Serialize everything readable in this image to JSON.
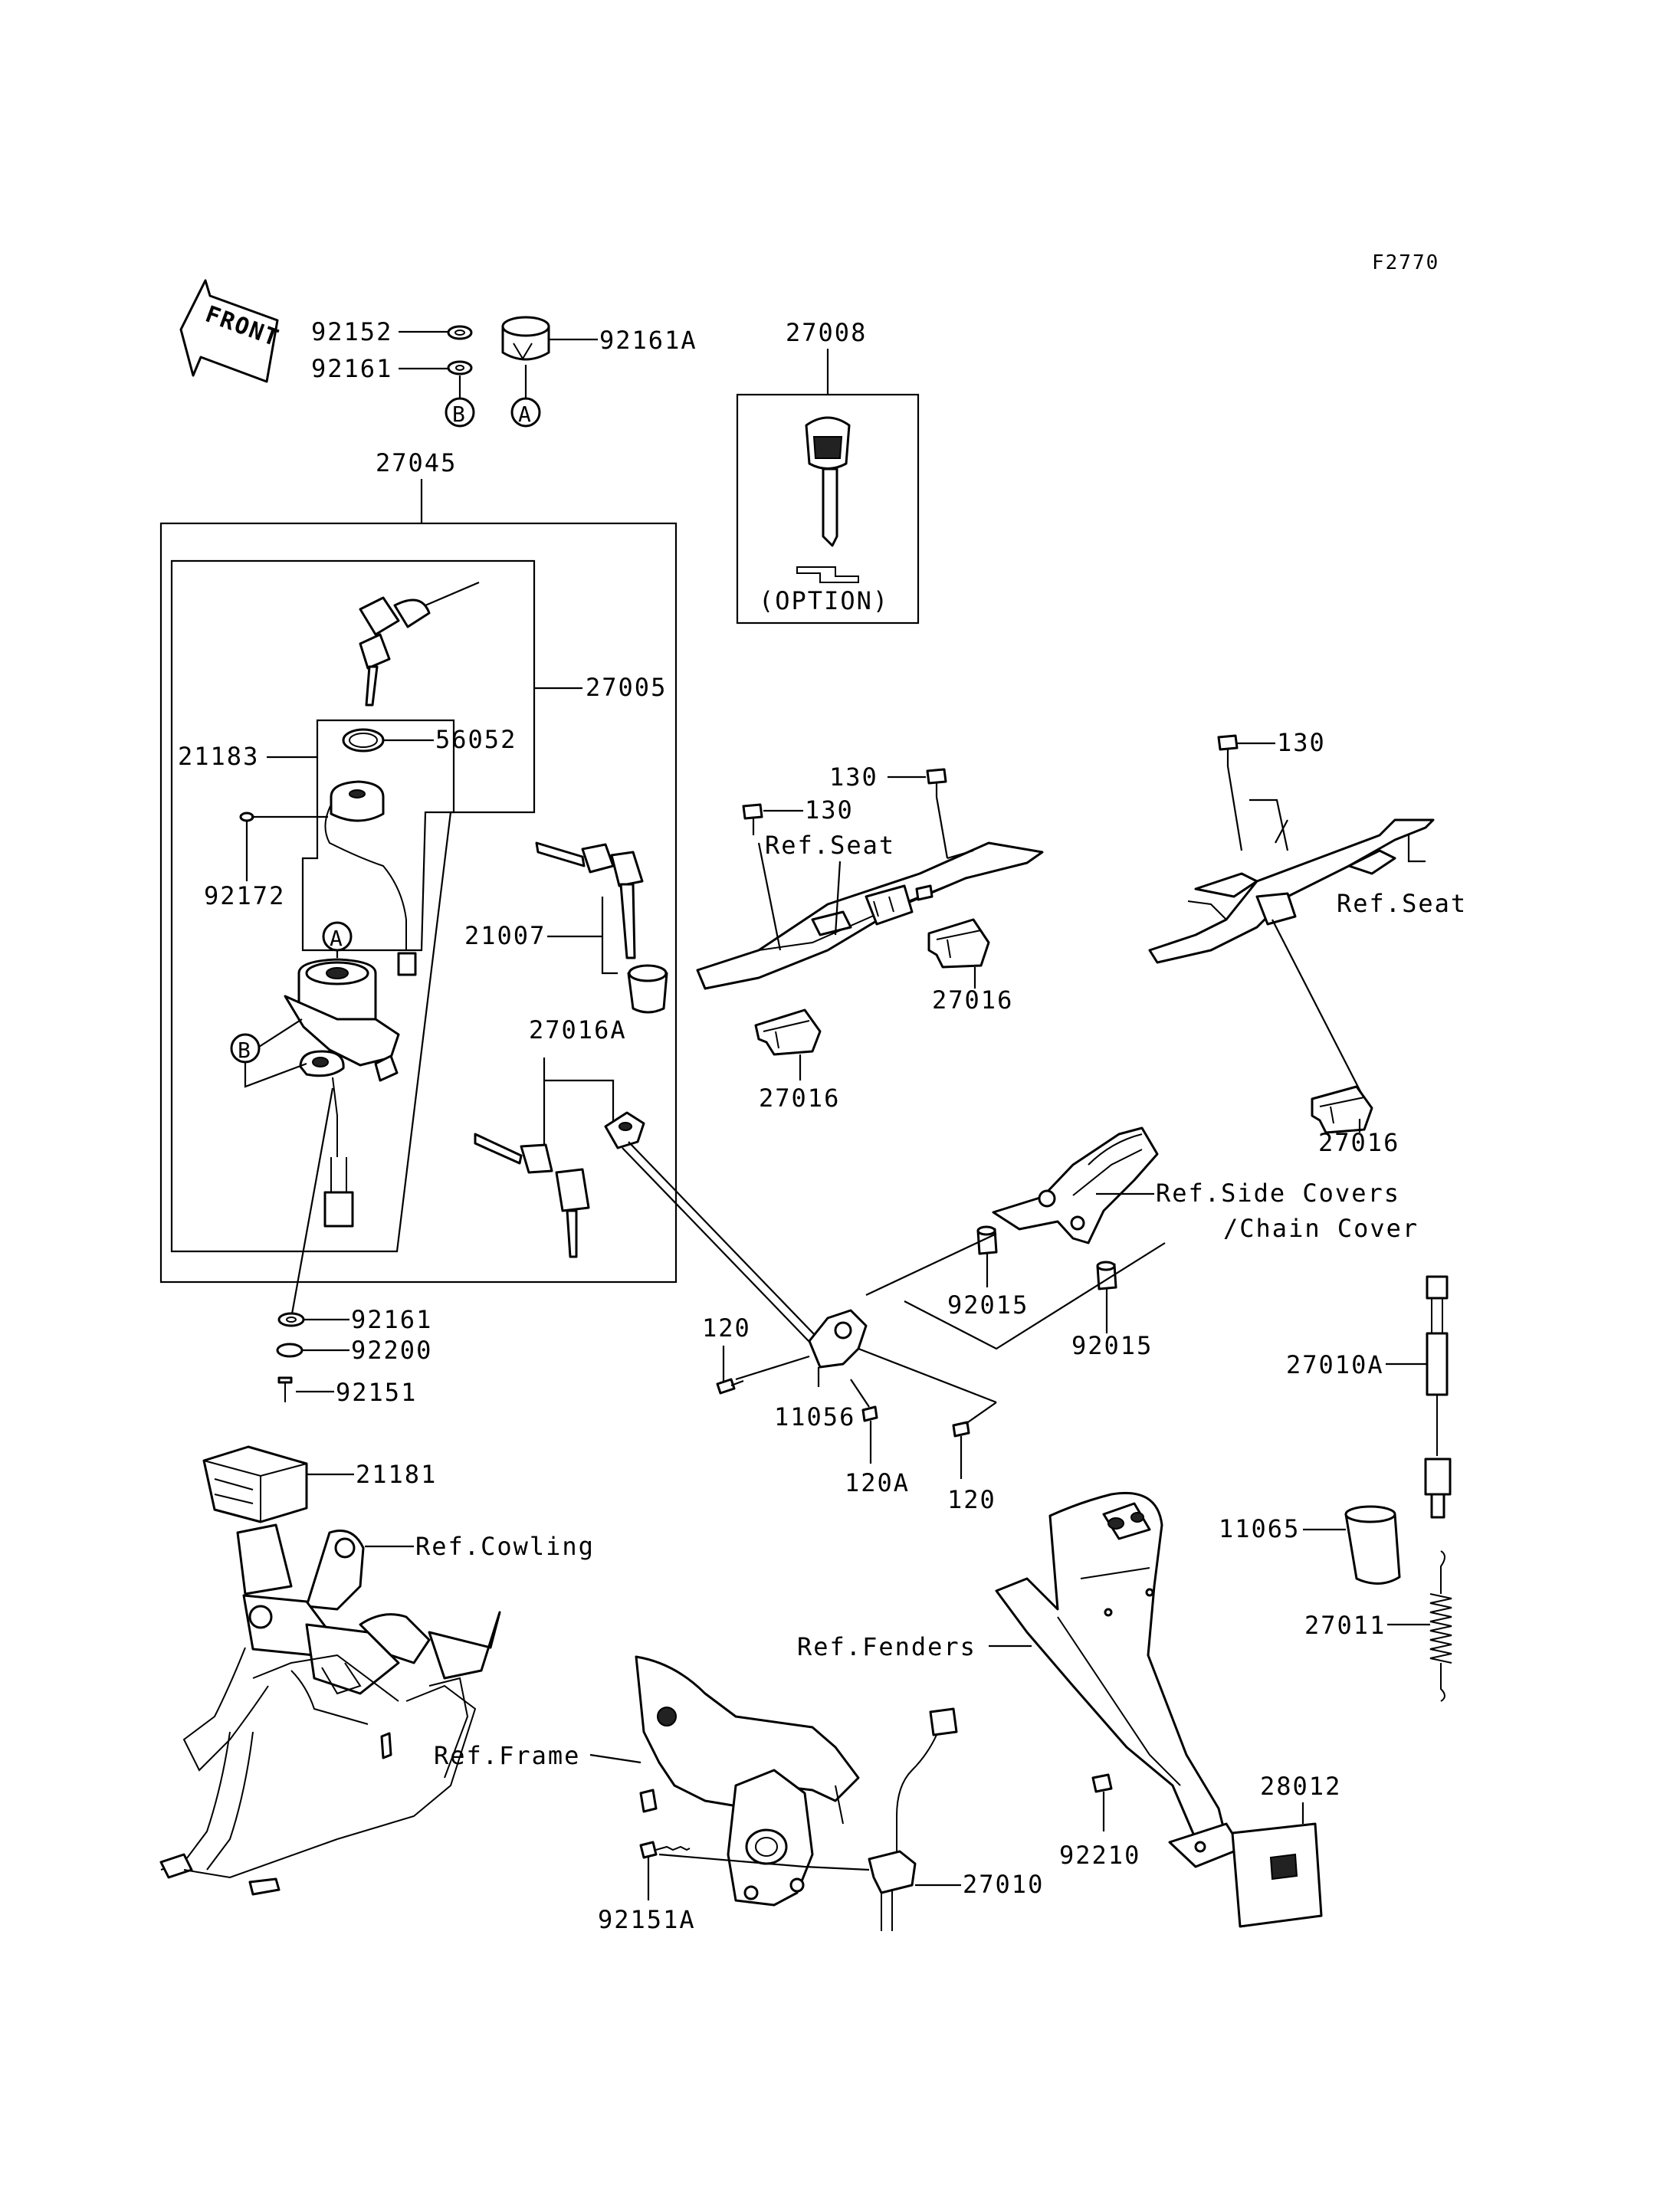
{
  "diagram_code": "F2770",
  "front_label": "FRONT",
  "callouts": {
    "A": "A",
    "B": "B"
  },
  "parts": {
    "p92152": "92152",
    "p92161_top": "92161",
    "p92161A": "92161A",
    "p27008": "27008",
    "option": "(OPTION)",
    "p27045": "27045",
    "p27005": "27005",
    "p21183": "21183",
    "p56052": "56052",
    "p92172": "92172",
    "p21007": "21007",
    "p27016A": "27016A",
    "p92161_mid": "92161",
    "p92200": "92200",
    "p92151": "92151",
    "p130_a": "130",
    "p130_b": "130",
    "p130_c": "130",
    "p27016_a": "27016",
    "p27016_b": "27016",
    "p27016_c": "27016",
    "p92015_a": "92015",
    "p92015_b": "92015",
    "p120_a": "120",
    "p120_b": "120",
    "p11056": "11056",
    "p120A": "120A",
    "p21181": "21181",
    "p27010A": "27010A",
    "p11065": "11065",
    "p27011": "27011",
    "p28012": "28012",
    "p92210": "92210",
    "p27010": "27010",
    "p92151A": "92151A"
  },
  "references": {
    "seat_a": "Ref.Seat",
    "seat_b": "Ref.Seat",
    "side_covers": "Ref.Side Covers",
    "chain_cover": "/Chain Cover",
    "cowling": "Ref.Cowling",
    "fenders": "Ref.Fenders",
    "frame": "Ref.Frame"
  }
}
